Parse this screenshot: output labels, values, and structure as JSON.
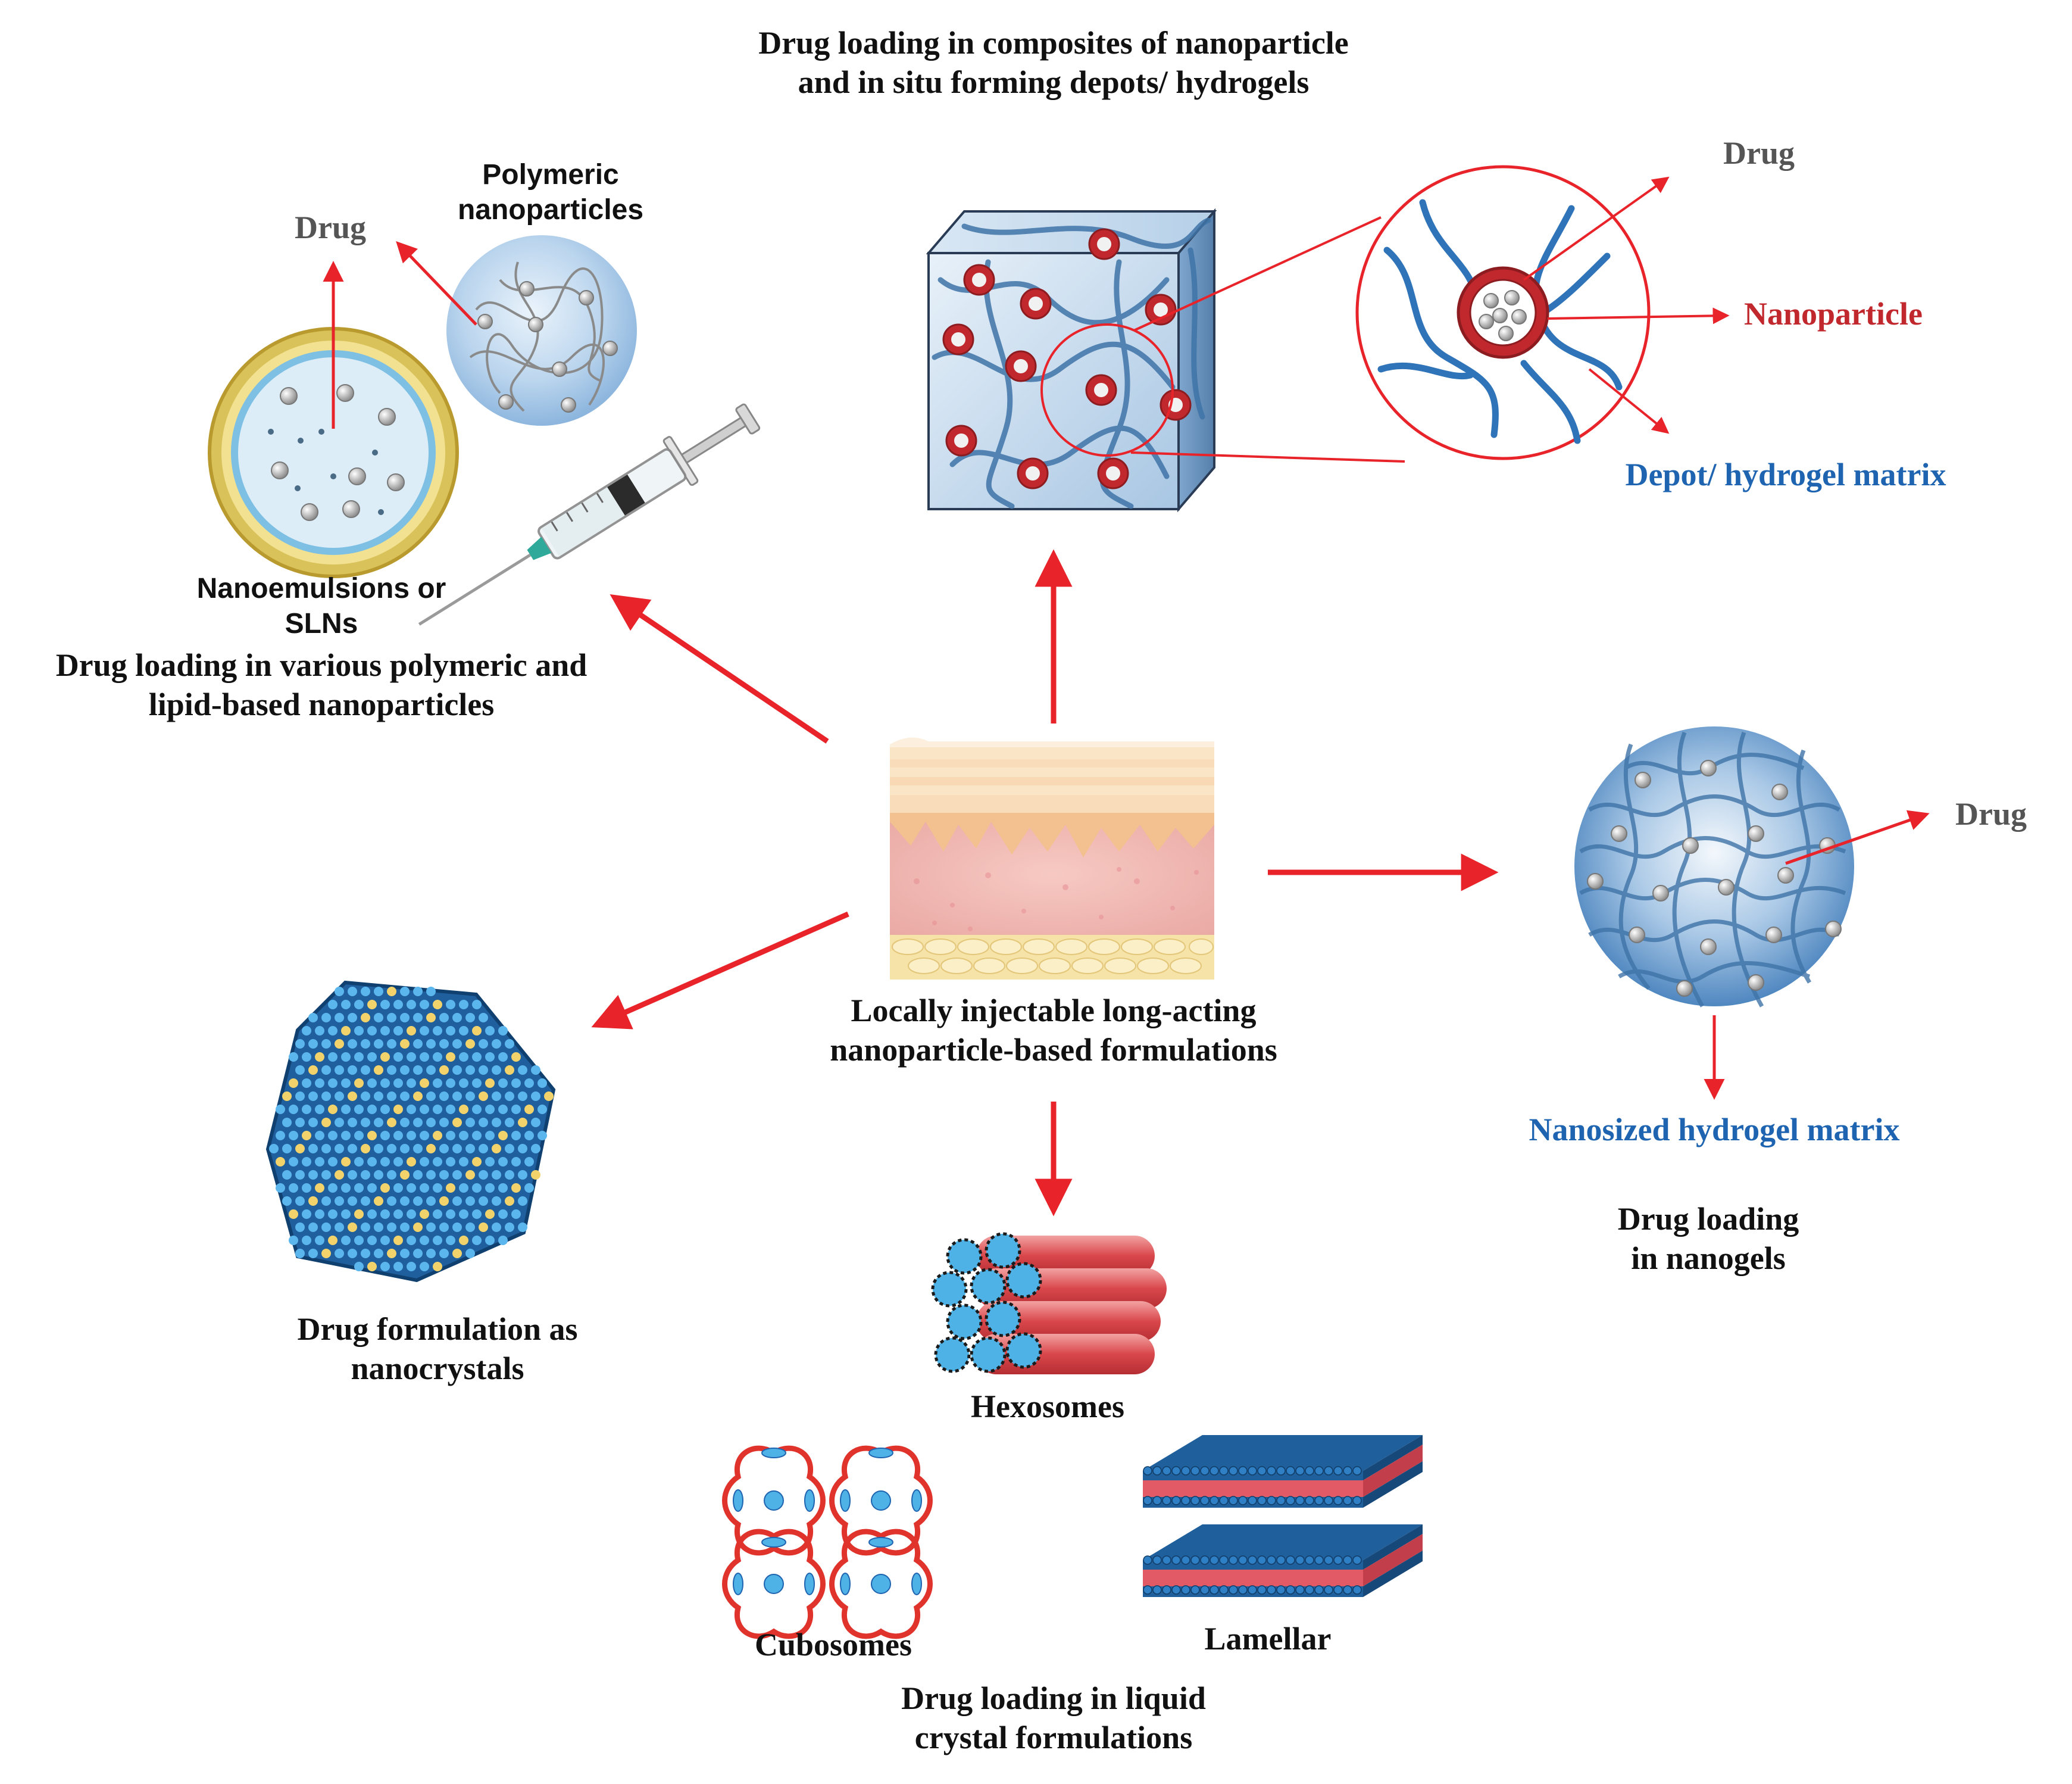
{
  "title": {
    "line1": "Drug loading in composites of nanoparticle",
    "line2": "and in situ forming depots/ hydrogels"
  },
  "depot": {
    "drug_label": "Drug",
    "nanoparticle_label": "Nanoparticle",
    "matrix_label": "Depot/ hydrogel matrix"
  },
  "lipid": {
    "polymeric_line1": "Polymeric",
    "polymeric_line2": "nanoparticles",
    "drug_label": "Drug",
    "nanoemulsion_line1": "Nanoemulsions or",
    "nanoemulsion_line2": "SLNs",
    "caption_line1": "Drug loading in various polymeric and",
    "caption_line2": "lipid-based nanoparticles"
  },
  "center": {
    "caption_line1": "Locally injectable long-acting",
    "caption_line2": "nanoparticle-based formulations"
  },
  "nanogel": {
    "drug_label": "Drug",
    "matrix_label": "Nanosized hydrogel matrix",
    "caption_line1": "Drug loading",
    "caption_line2": "in nanogels"
  },
  "nanocrystal": {
    "caption_line1": "Drug formulation as",
    "caption_line2": "nanocrystals"
  },
  "liquid_crystal": {
    "hexosomes_label": "Hexosomes",
    "cubosomes_label": "Cubosomes",
    "lamellar_label": "Lamellar",
    "caption_line1": "Drug loading in liquid",
    "caption_line2": "crystal formulations"
  },
  "colors": {
    "arrow": "#e8232a",
    "nanoparticle_text": "#c0282d",
    "matrix_text": "#1e64b0",
    "skin_top": "#f6d2a8",
    "skin_mid": "#f2b9b3",
    "skin_fat": "#f5e3a8",
    "hydrogel_blue": "#6fa6d6",
    "membrane_yellow": "#e6c34a"
  }
}
